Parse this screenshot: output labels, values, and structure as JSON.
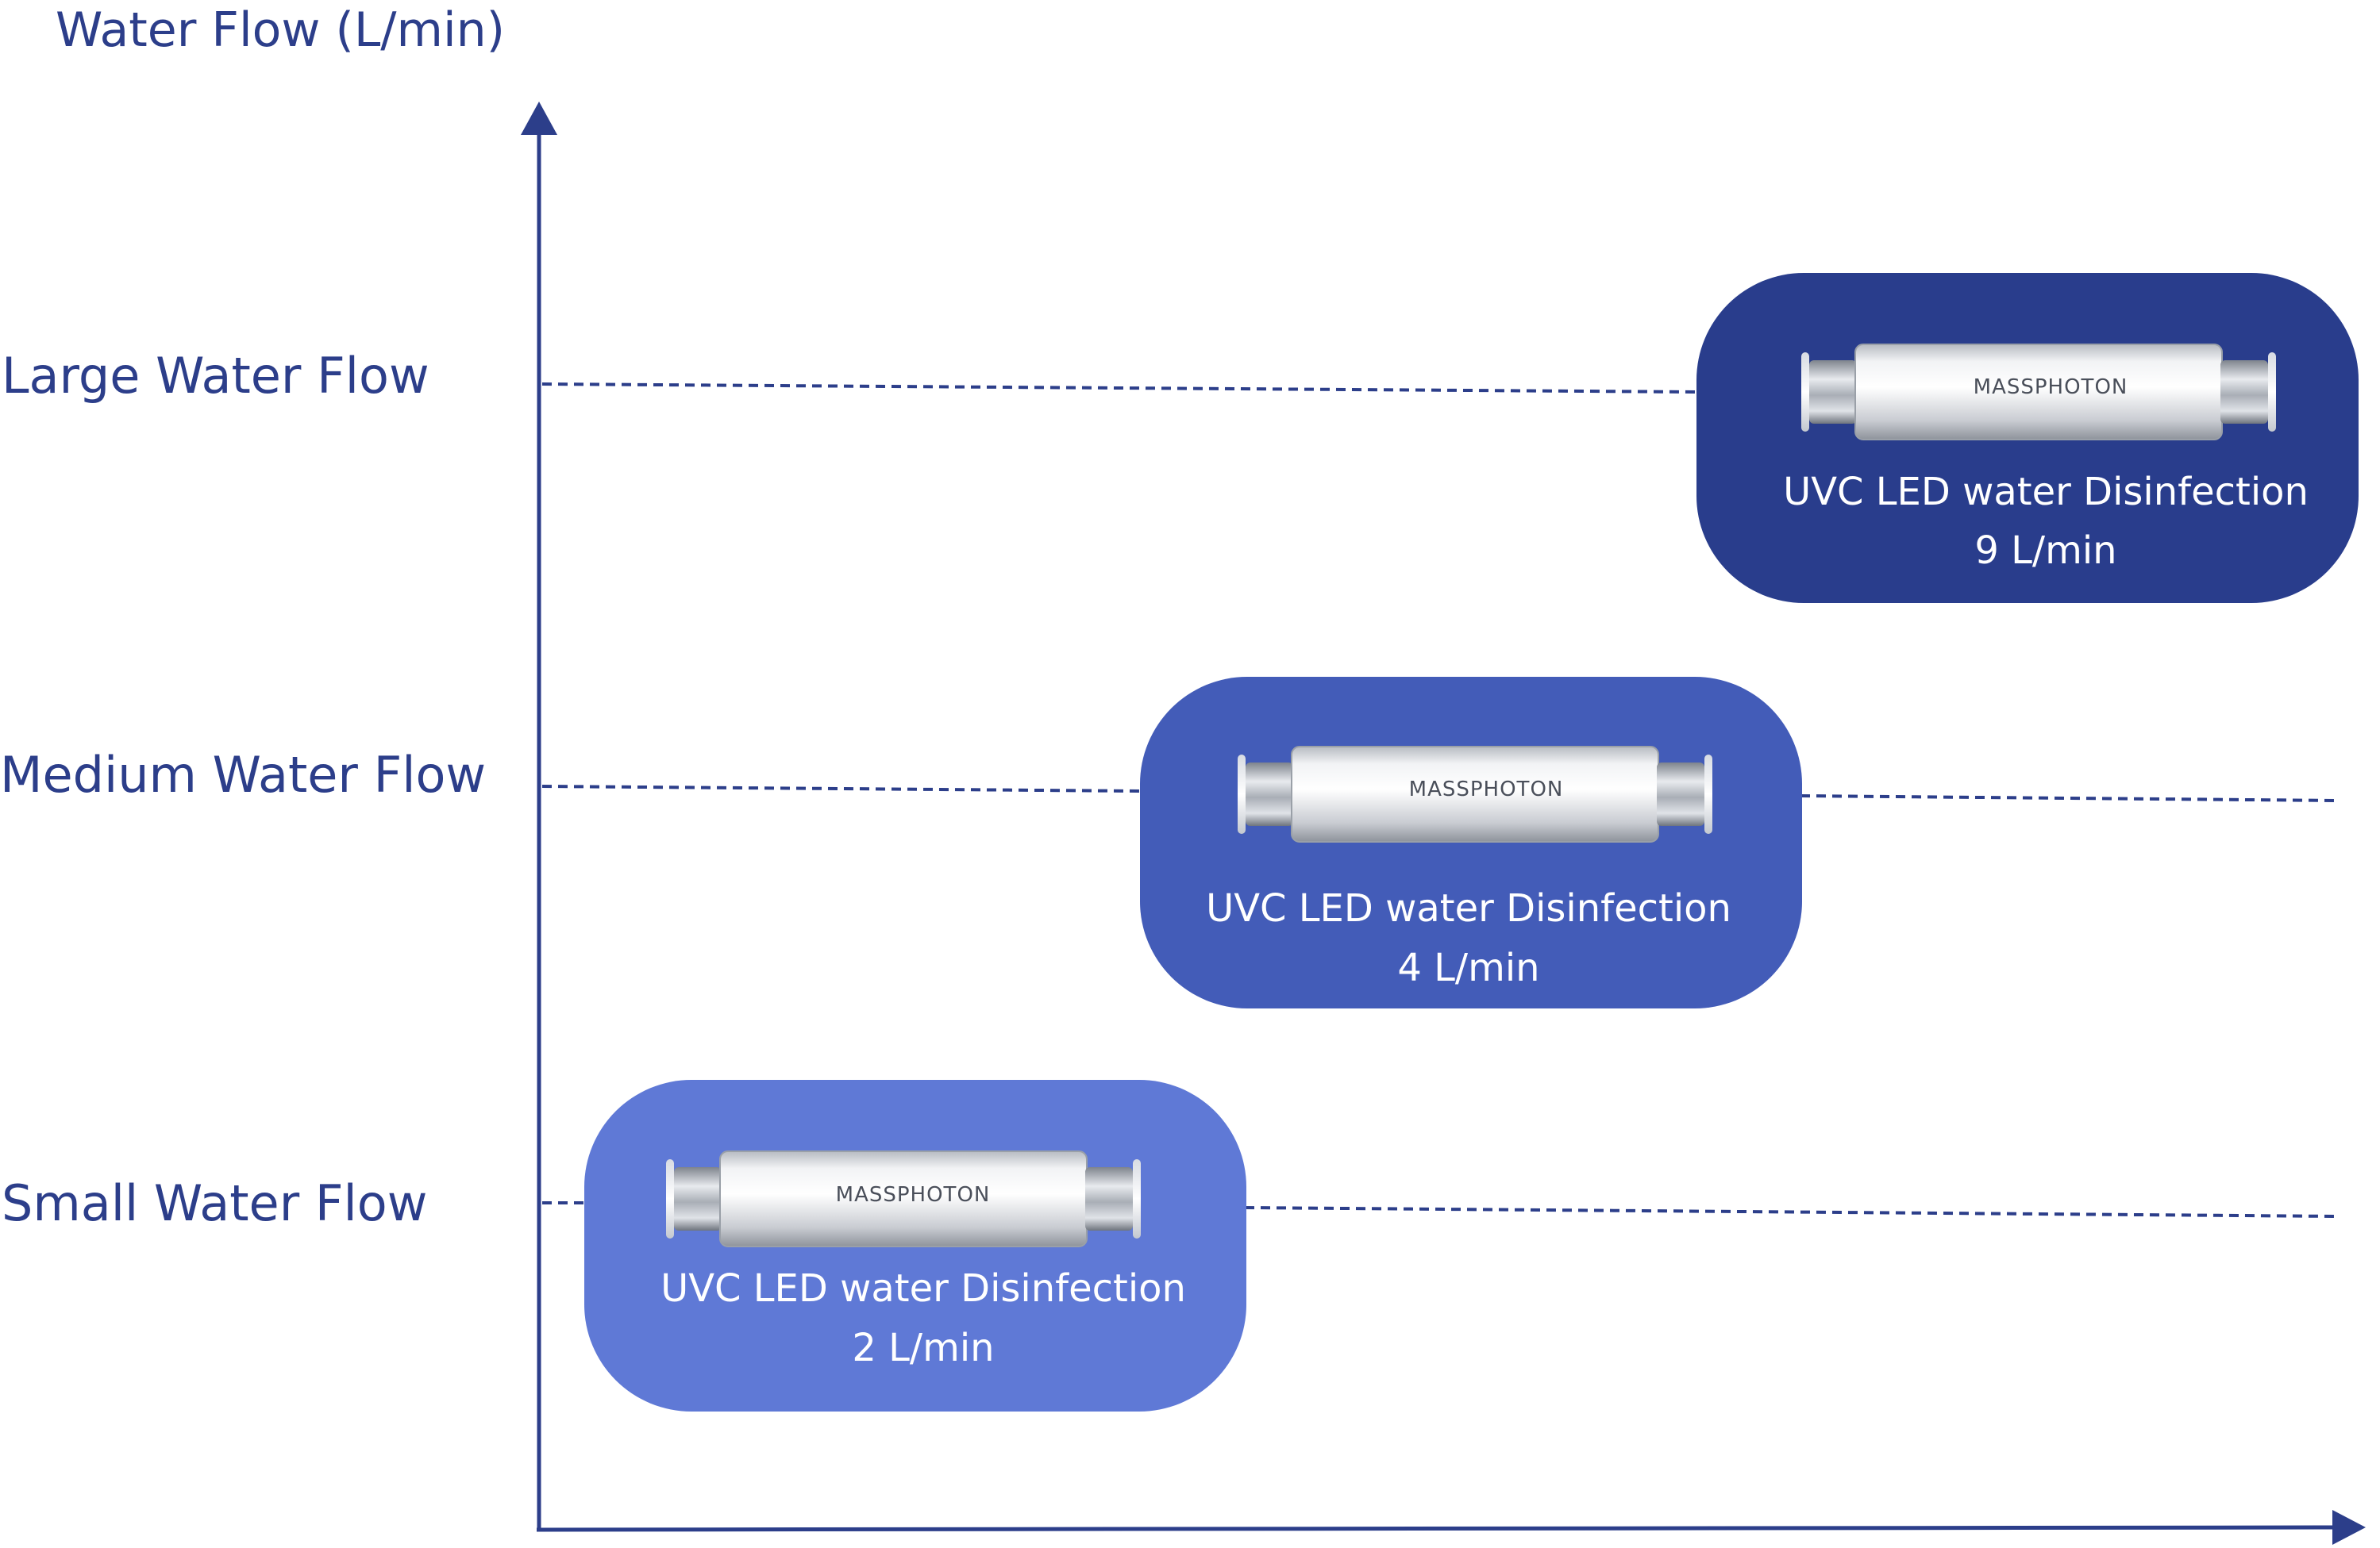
{
  "y_axis": {
    "label": "Water Flow (L/min)"
  },
  "levels": [
    {
      "label": "Large Water Flow"
    },
    {
      "label": "Medium Water Flow"
    },
    {
      "label": "Small Water Flow"
    }
  ],
  "cards": [
    {
      "brand": "MASSPHOTON",
      "title": "UVC LED water Disinfection",
      "flow": "9 L/min",
      "color": "#293d8c"
    },
    {
      "brand": "MASSPHOTON",
      "title": "UVC LED water Disinfection",
      "flow": "4 L/min",
      "color": "#435cb8"
    },
    {
      "brand": "MASSPHOTON",
      "title": "UVC LED water Disinfection",
      "flow": "2 L/min",
      "color": "#5f79d6"
    }
  ],
  "colors": {
    "axis": "#2c3e8a",
    "text": "#2c3e8a",
    "card_text": "#ffffff"
  }
}
